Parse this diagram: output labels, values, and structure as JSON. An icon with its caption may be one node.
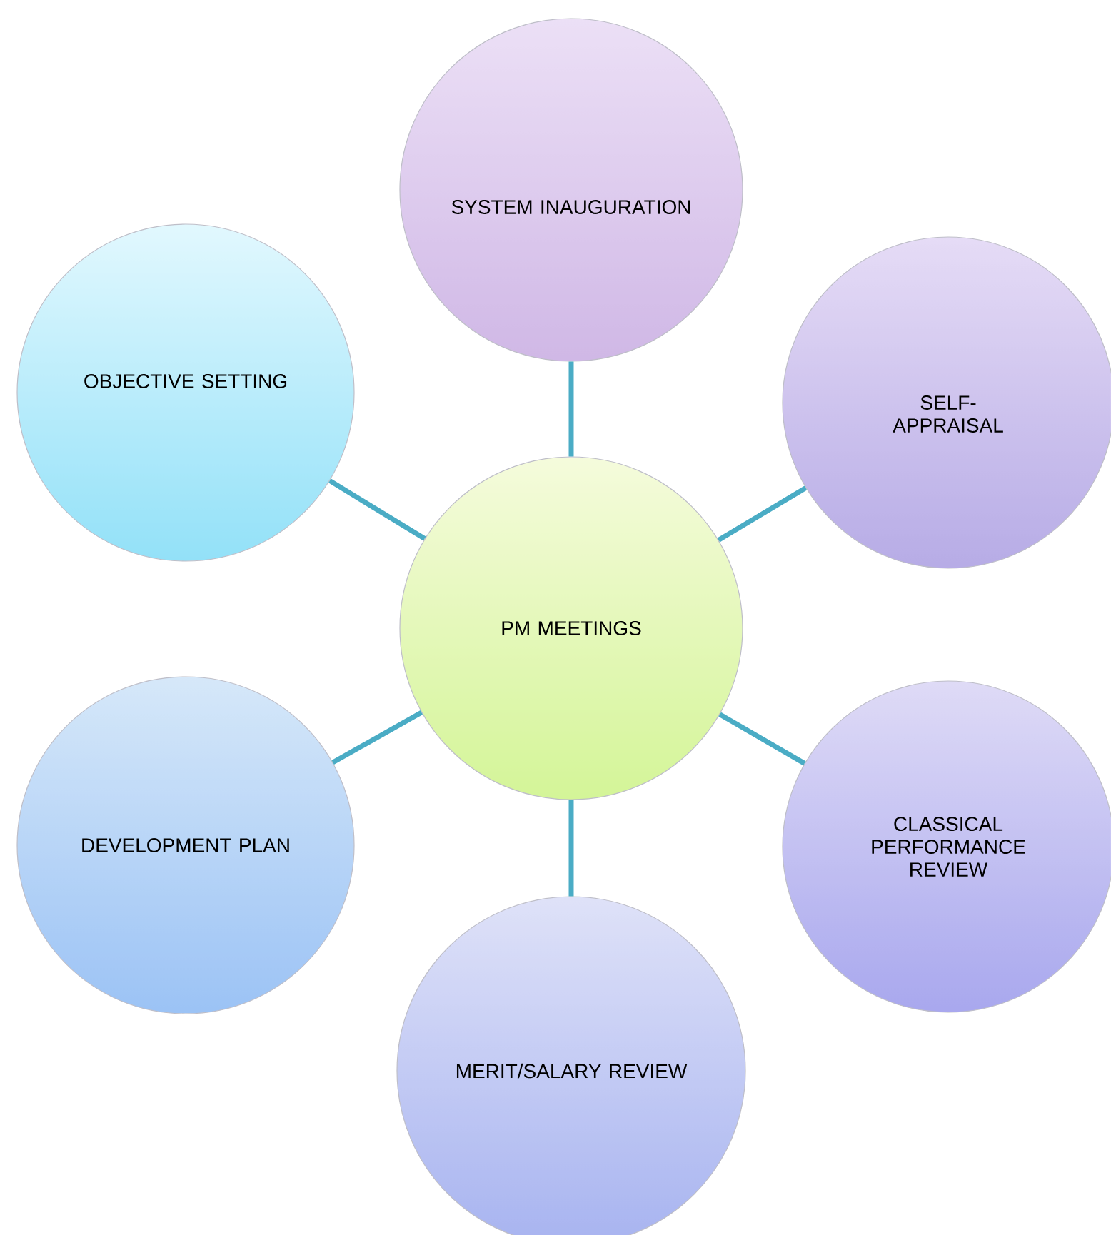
{
  "diagram": {
    "nodes": [
      {
        "text": [
          "SYSTEM INAUGURATION"
        ]
      },
      {
        "text": [
          "OBJECTIVE SETTING"
        ]
      },
      {
        "text": [
          "SELF-APPRAISAL"
        ]
      },
      {
        "text": [
          "PM MEETINGS"
        ]
      },
      {
        "text": [
          "DEVELOPMENT PLAN"
        ]
      },
      {
        "text": [
          "CLASSICAL PERFORMANCE REVIEW"
        ]
      },
      {
        "text": [
          "MERIT/SALARY REVIEW"
        ]
      }
    ],
    "edges": [
      {
        "from": 3,
        "to": 0,
        "arrow": "none"
      },
      {
        "from": 3,
        "to": 2,
        "arrow": "none"
      },
      {
        "from": 3,
        "to": 5,
        "arrow": "none"
      },
      {
        "from": 3,
        "to": 6,
        "arrow": "none"
      },
      {
        "from": 3,
        "to": 4,
        "arrow": "none"
      },
      {
        "from": 3,
        "to": 1,
        "arrow": "none"
      }
    ]
  }
}
